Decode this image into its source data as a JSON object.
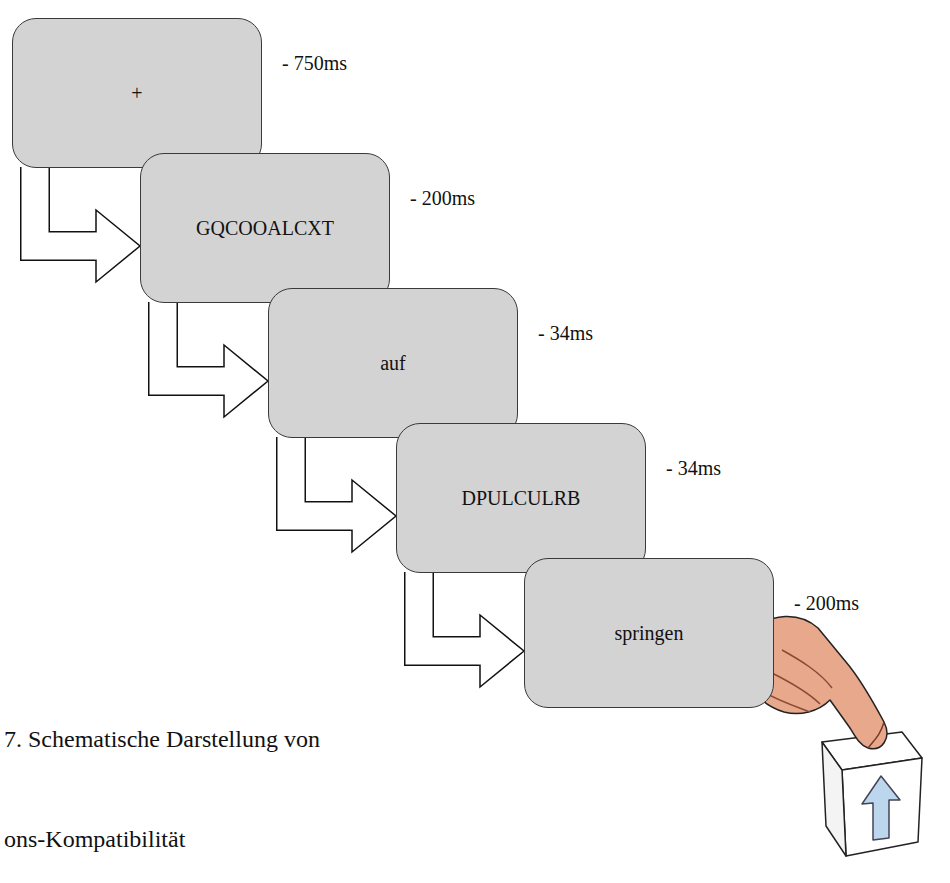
{
  "diagram": {
    "nodes": [
      {
        "text": [
          "+"
        ]
      },
      {
        "text": [
          "GQCOOALCXT"
        ]
      },
      {
        "text": [
          "auf"
        ]
      },
      {
        "text": [
          "DPULCULRB"
        ]
      },
      {
        "text": [
          "springen"
        ]
      }
    ],
    "edges": [
      {
        "from": 0,
        "to": 1,
        "arrow": "to"
      },
      {
        "from": 1,
        "to": 2,
        "arrow": "to"
      },
      {
        "from": 2,
        "to": 3,
        "arrow": "to"
      },
      {
        "from": 3,
        "to": 4,
        "arrow": "to"
      }
    ],
    "labels": [
      "- 750ms",
      "- 200ms",
      "- 34ms",
      "- 34ms",
      "- 200ms",
      "7. Schematische Darstellung von",
      "ons-Kompatibilität"
    ]
  }
}
